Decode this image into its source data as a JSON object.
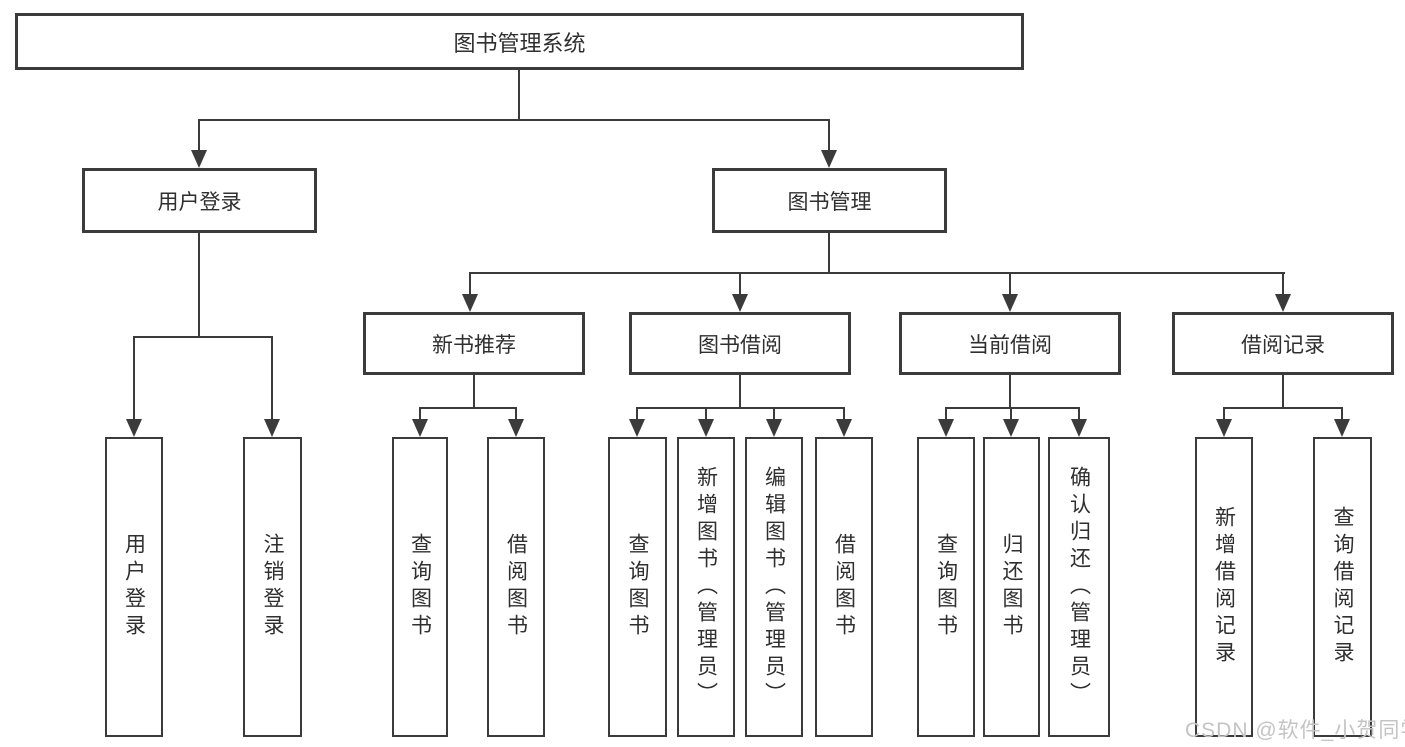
{
  "tree": {
    "root": {
      "label": "图书管理系统"
    },
    "branches": [
      {
        "label": "用户登录",
        "children": [
          {
            "label": "用户登录"
          },
          {
            "label": "注销登录"
          }
        ]
      },
      {
        "label": "图书管理",
        "children": [
          {
            "label": "新书推荐",
            "children": [
              {
                "label": "查询图书"
              },
              {
                "label": "借阅图书"
              }
            ]
          },
          {
            "label": "图书借阅",
            "children": [
              {
                "label": "查询图书"
              },
              {
                "label": "新增图书（管理员）"
              },
              {
                "label": "编辑图书（管理员）"
              },
              {
                "label": "借阅图书"
              }
            ]
          },
          {
            "label": "当前借阅",
            "children": [
              {
                "label": "查询图书"
              },
              {
                "label": "归还图书"
              },
              {
                "label": "确认归还（管理员）"
              }
            ]
          },
          {
            "label": "借阅记录",
            "children": [
              {
                "label": "新增借阅记录"
              },
              {
                "label": "查询借阅记录"
              }
            ]
          }
        ]
      }
    ]
  },
  "watermark": {
    "text": "CSDN @软件_小贺同学"
  },
  "colors": {
    "line": "#3b3b3b",
    "text": "#2f2f2f",
    "watermark": "#c4c4c4",
    "background": "#ffffff"
  }
}
